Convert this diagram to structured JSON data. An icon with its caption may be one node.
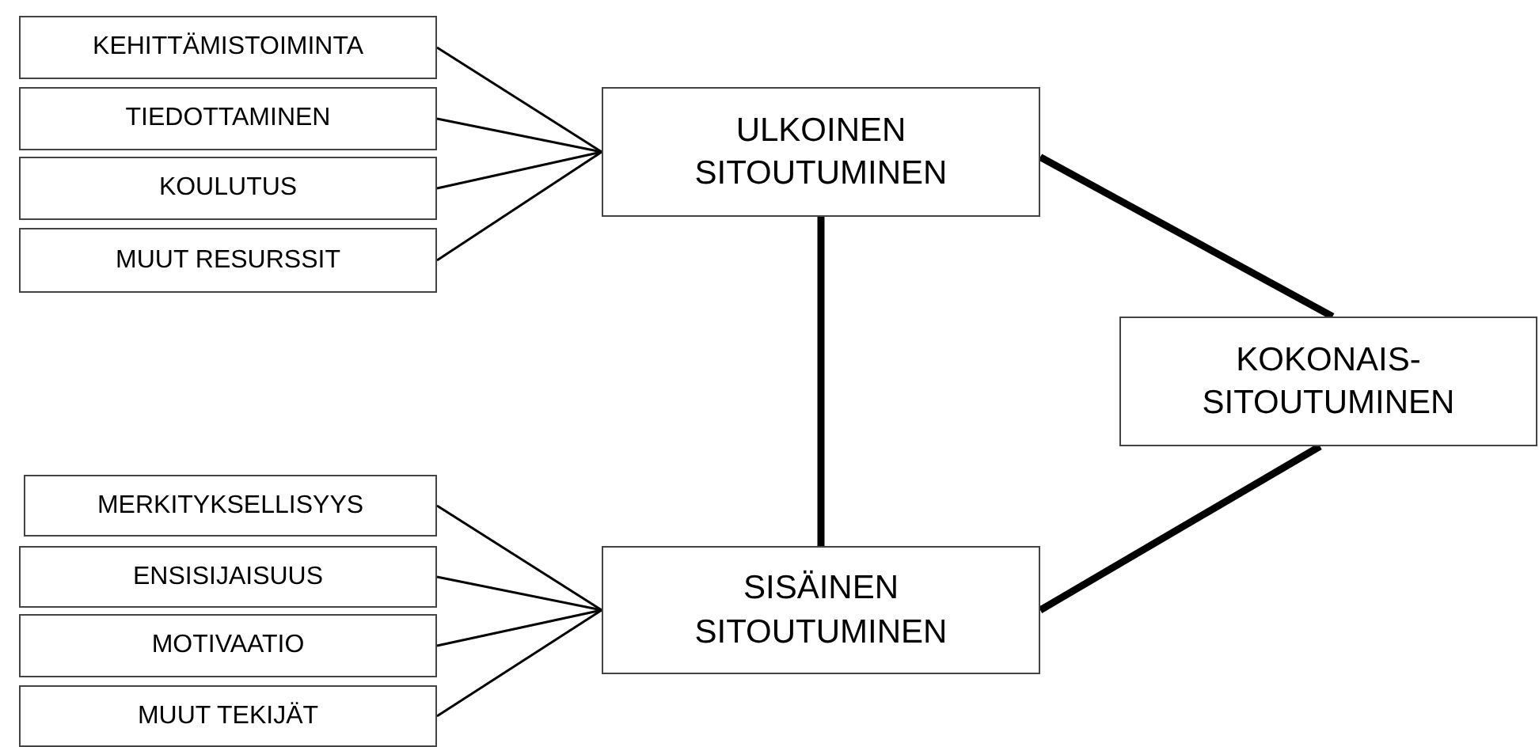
{
  "diagram": {
    "nodes": [
      {
        "text": [
          "KEHITTÄMISTOIMINTA"
        ]
      },
      {
        "text": [
          "TIEDOTTAMINEN"
        ]
      },
      {
        "text": [
          "KOULUTUS"
        ]
      },
      {
        "text": [
          "MUUT RESURSSIT"
        ]
      },
      {
        "text": [
          "ULKOINEN SITOUTUMINEN"
        ]
      },
      {
        "text": [
          "KOKONAIS- SITOUTUMINEN"
        ]
      },
      {
        "text": [
          "MERKITYKSELLISYYS"
        ]
      },
      {
        "text": [
          "ENSISIJAISUUS"
        ]
      },
      {
        "text": [
          "MOTIVAATIO"
        ]
      },
      {
        "text": [
          "MUUT TEKIJÄT"
        ]
      },
      {
        "text": [
          "SISÄINEN SITOUTUMINEN"
        ]
      }
    ],
    "edges": [
      {
        "from": 0,
        "to": 4,
        "arrow": "none"
      },
      {
        "from": 1,
        "to": 4,
        "arrow": "none"
      },
      {
        "from": 2,
        "to": 4,
        "arrow": "none"
      },
      {
        "from": 3,
        "to": 4,
        "arrow": "none"
      },
      {
        "from": 4,
        "to": 10,
        "arrow": "none",
        "style": "thick"
      },
      {
        "from": 4,
        "to": 5,
        "arrow": "none",
        "style": "thick"
      },
      {
        "from": 10,
        "to": 5,
        "arrow": "none",
        "style": "thick"
      },
      {
        "from": 6,
        "to": 10,
        "arrow": "none"
      },
      {
        "from": 7,
        "to": 10,
        "arrow": "none"
      },
      {
        "from": 8,
        "to": 10,
        "arrow": "none"
      },
      {
        "from": 9,
        "to": 10,
        "arrow": "none"
      }
    ]
  }
}
